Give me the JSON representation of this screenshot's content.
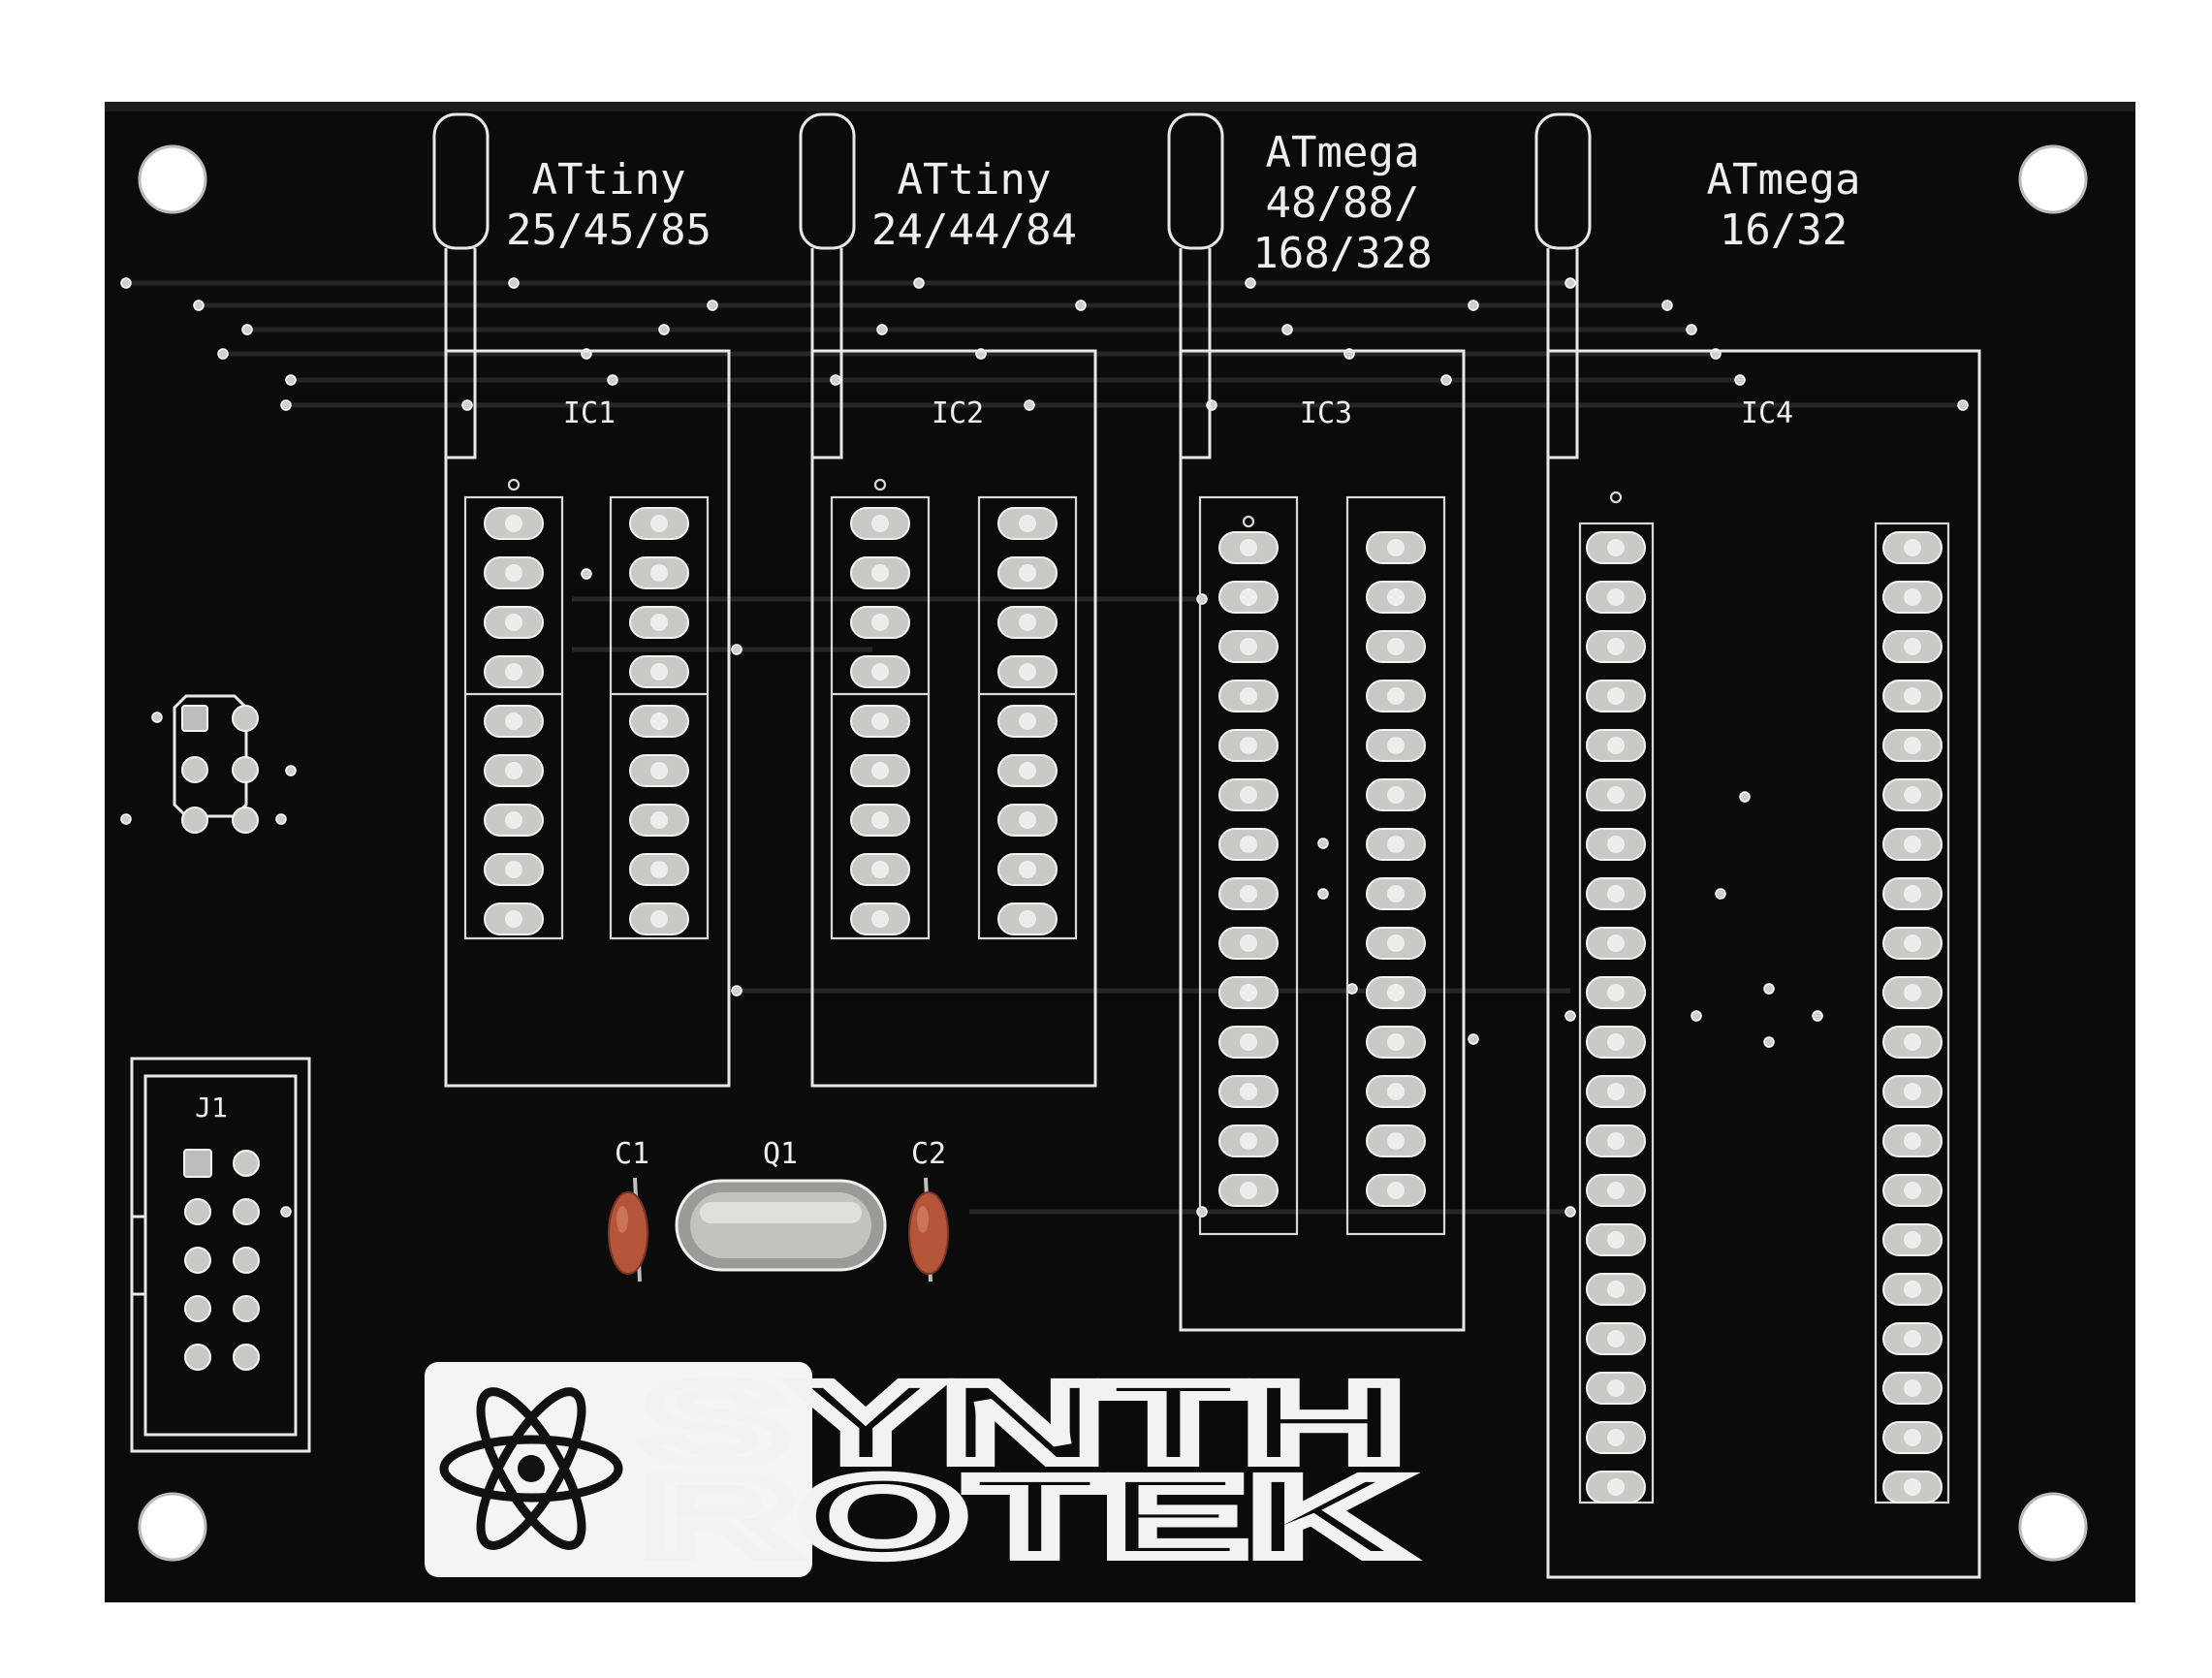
{
  "board": {
    "colors": {
      "board": "#0b0b0b",
      "silk": "#eeeeee",
      "pad": "#c9c9c6",
      "capacitor": "#b4553a"
    },
    "chips": [
      {
        "ref": "IC1",
        "line1": "ATtiny",
        "line2": "25/45/85",
        "line3": ""
      },
      {
        "ref": "IC2",
        "line1": "ATtiny",
        "line2": "24/44/84",
        "line3": ""
      },
      {
        "ref": "IC3",
        "line1": "ATmega",
        "line2": "48/88/",
        "line3": "168/328"
      },
      {
        "ref": "IC4",
        "line1": "ATmega",
        "line2": "16/32",
        "line3": ""
      }
    ],
    "components": {
      "j1": "J1",
      "c1": "C1",
      "q1": "Q1",
      "c2": "C2"
    },
    "logo": {
      "line1": "SYNTH",
      "line2": "ROTEK"
    },
    "icons": [
      "atom-logo-icon",
      "mounting-hole-icon"
    ]
  }
}
